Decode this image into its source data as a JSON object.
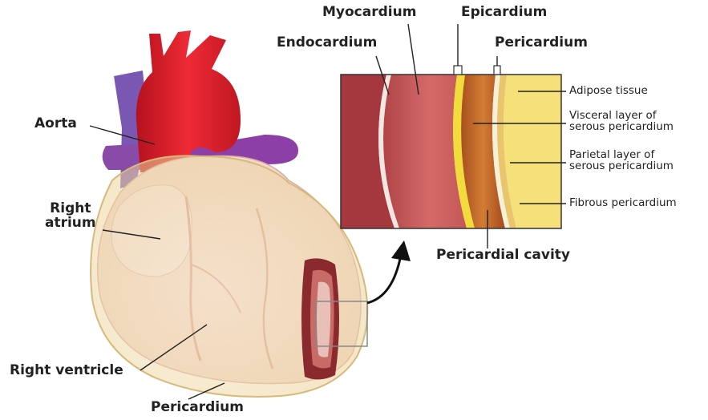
{
  "labels": {
    "myocardium": "Myocardium",
    "epicardium": "Epicardium",
    "endocardium": "Endocardium",
    "pericardium_top": "Pericardium",
    "aorta": "Aorta",
    "right_atrium_1": "Right",
    "right_atrium_2": "atrium",
    "right_ventricle": "Right ventricle",
    "pericardium_bottom": "Pericardium",
    "pericardial_cavity": "Pericardial cavity",
    "adipose_tissue": "Adipose tissue",
    "visceral_1": "Visceral layer of",
    "visceral_2": "serous pericardium",
    "parietal_1": "Parietal layer of",
    "parietal_2": "serous pericardium",
    "fibrous_pericardium": "Fibrous pericardium"
  },
  "colors": {
    "aorta": "#d81e2a",
    "vena": "#7a55b0",
    "pericardium_sac": "#f2dca6",
    "heart_tissue": "#f0d6d0",
    "myocardium": "#c8585a",
    "epicardium": "#b85a28",
    "serous_yellow": "#f4df3a",
    "adipose": "#f6e27a"
  }
}
